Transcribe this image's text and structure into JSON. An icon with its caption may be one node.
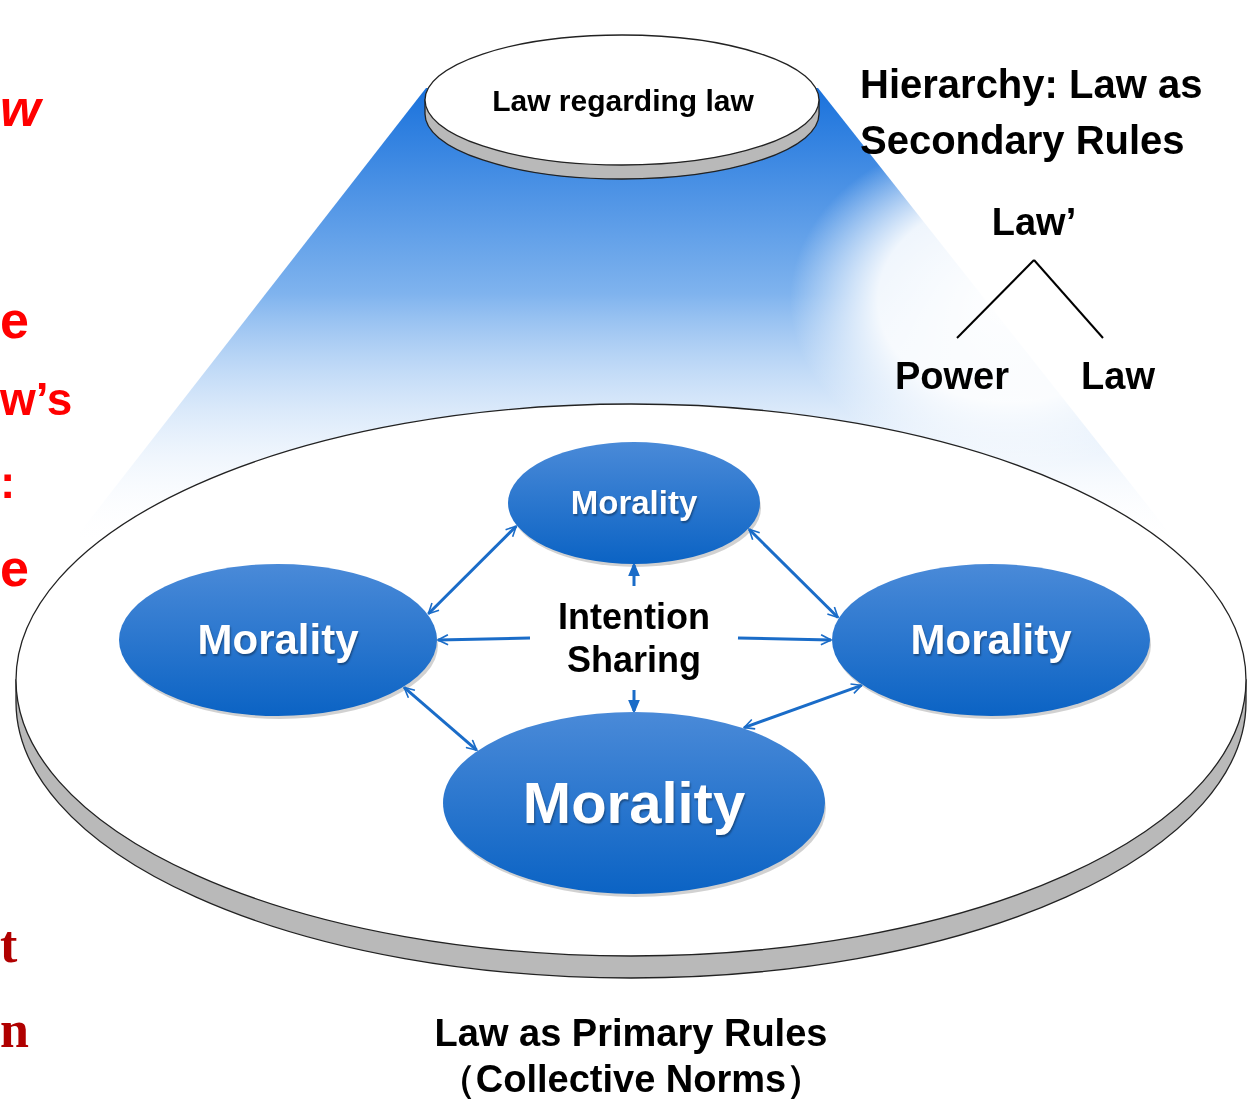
{
  "diagram": {
    "nodes": [
      {
        "text": [
          "Law regarding law"
        ]
      },
      {
        "text": [
          "Law as Primary Rules （Collective Norms）"
        ]
      },
      {
        "text": [
          "Morality"
        ],
        "in": 1
      },
      {
        "text": [
          "Morality"
        ],
        "in": 1
      },
      {
        "text": [
          "Intention Sharing"
        ],
        "in": 1
      },
      {
        "text": [
          "Morality"
        ],
        "in": 1
      },
      {
        "text": [
          "Morality"
        ],
        "in": 1
      },
      {
        "text": [
          "Law’"
        ]
      },
      {
        "text": [
          "Power"
        ]
      },
      {
        "text": [
          "Law"
        ]
      }
    ],
    "edges": [
      {
        "from": 3,
        "to": 2,
        "arrow": "both"
      },
      {
        "from": 2,
        "to": 5,
        "arrow": "both"
      },
      {
        "from": 3,
        "to": 6,
        "arrow": "both"
      },
      {
        "from": 6,
        "to": 5,
        "arrow": "both"
      },
      {
        "from": 4,
        "to": 3,
        "arrow": "to"
      },
      {
        "from": 4,
        "to": 5,
        "arrow": "to"
      },
      {
        "from": 4,
        "to": 2,
        "arrow": "to"
      },
      {
        "from": 4,
        "to": 6,
        "arrow": "to"
      },
      {
        "from": 7,
        "to": 8,
        "arrow": "none",
        "color": "#000000"
      },
      {
        "from": 7,
        "to": 9,
        "arrow": "none",
        "color": "#000000"
      }
    ],
    "labels": [
      "w",
      "Hierarchy: Law as Secondary Rules",
      "e",
      "w’s",
      ":",
      "e",
      "t",
      "n"
    ]
  }
}
